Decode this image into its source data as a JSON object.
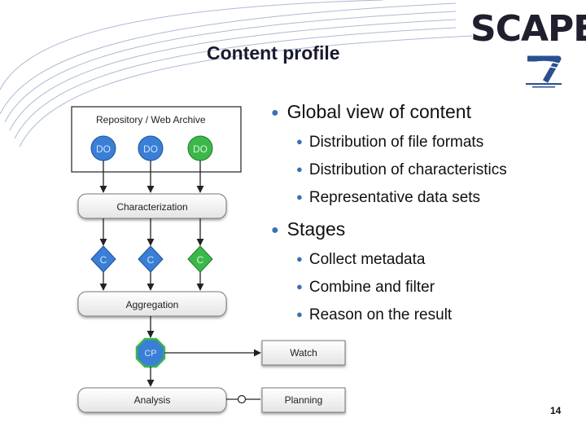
{
  "slide": {
    "title": "Content profile",
    "brand": "SCAPE",
    "page_number": "14"
  },
  "bullets": [
    {
      "text": "Global view of content",
      "sub": [
        "Distribution of file formats",
        "Distribution of characteristics",
        "Representative data sets"
      ]
    },
    {
      "text": "Stages",
      "sub": [
        "Collect metadata",
        "Combine and filter",
        "Reason on the result"
      ]
    }
  ],
  "diagram": {
    "repository_label": "Repository / Web Archive",
    "objects": [
      "DO",
      "DO",
      "DO"
    ],
    "characterization_label": "Characterization",
    "characteristics": [
      "C",
      "C",
      "C"
    ],
    "aggregation_label": "Aggregation",
    "profile_label": "CP",
    "watch_label": "Watch",
    "analysis_label": "Analysis",
    "planning_label": "Planning"
  },
  "colors": {
    "blue_node": "#3a7fd5",
    "green_node": "#3cb84a",
    "bullet_dot": "#3b6fb6",
    "brand_text": "#1f1f2e"
  },
  "icons": [
    "eu-fp7-logo-icon"
  ]
}
